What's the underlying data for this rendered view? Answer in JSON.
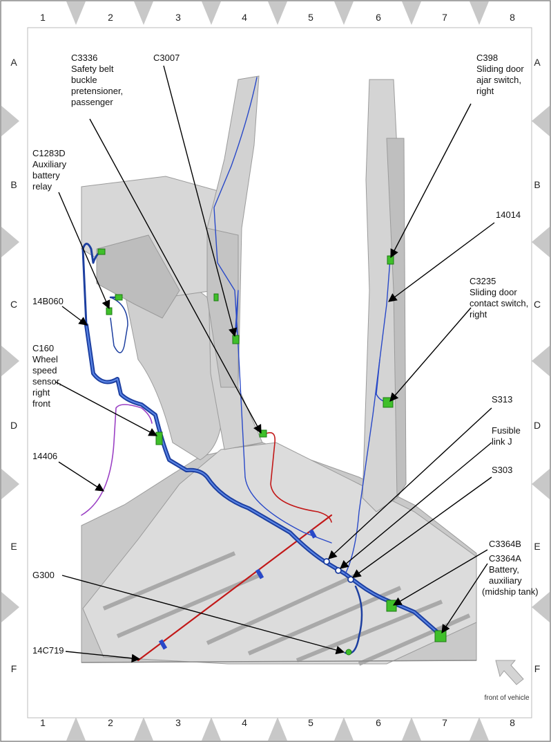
{
  "grid": {
    "columns": [
      "1",
      "2",
      "3",
      "4",
      "5",
      "6",
      "7",
      "8"
    ],
    "rows": [
      "A",
      "B",
      "C",
      "D",
      "E",
      "F"
    ]
  },
  "labels": {
    "c3336": [
      "C3336",
      "Safety belt",
      "buckle",
      "pretensioner,",
      "passenger"
    ],
    "c3007": [
      "C3007"
    ],
    "c398": [
      "C398",
      "Sliding door",
      "ajar switch,",
      "right"
    ],
    "c1283d": [
      "C1283D",
      "Auxiliary",
      "battery",
      "relay"
    ],
    "n14014": [
      "14014"
    ],
    "n14b060": [
      "14B060"
    ],
    "c3235": [
      "C3235",
      "Sliding door",
      "contact switch,",
      "right"
    ],
    "c160": [
      "C160",
      "Wheel",
      "speed",
      "sensor,",
      "right",
      "front"
    ],
    "s313": [
      "S313"
    ],
    "fusible": [
      "Fusible",
      "link J"
    ],
    "n14406": [
      "14406"
    ],
    "s303": [
      "S303"
    ],
    "c3364b": [
      "C3364B"
    ],
    "c3364a": [
      "C3364A",
      "Battery,",
      "auxiliary",
      "(midship tank)"
    ],
    "g300": [
      "G300"
    ],
    "n14c719": [
      "14C719"
    ]
  },
  "front_of_vehicle": "front of vehicle",
  "colors": {
    "harness_blue": "#1d3fa0",
    "wire_red": "#c21818",
    "wire_purple": "#9a3fc4",
    "connector_green": "#3fbf2a",
    "body_gray": "#d4d4d4",
    "border_gray": "#c8c8c8"
  }
}
